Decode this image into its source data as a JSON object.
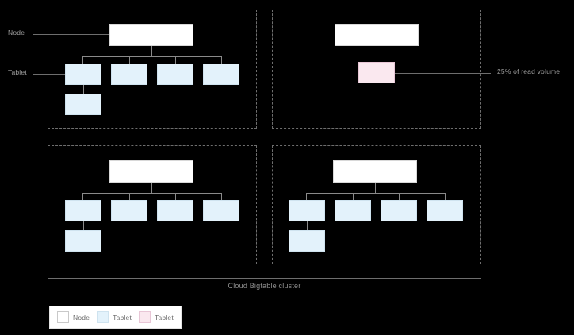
{
  "diagram": {
    "caption": "Cloud Bigtable cluster",
    "side_labels": [
      {
        "id": "node",
        "text": "Node"
      },
      {
        "id": "tablet",
        "text": "Tablet"
      }
    ],
    "annotations": [
      {
        "id": "read-volume",
        "text": "25% of read volume"
      }
    ],
    "nodes": [
      {
        "id": "node-top-left",
        "position": "top-left",
        "node_label": "",
        "tablet_row": [
          "",
          "",
          "",
          ""
        ],
        "tablet_extra": [
          ""
        ],
        "highlight": false
      },
      {
        "id": "node-top-right",
        "position": "top-right",
        "node_label": "",
        "tablet_row": [
          ""
        ],
        "tablet_extra": [],
        "highlight": true
      },
      {
        "id": "node-bottom-left",
        "position": "bottom-left",
        "node_label": "",
        "tablet_row": [
          "",
          "",
          "",
          ""
        ],
        "tablet_extra": [
          ""
        ],
        "highlight": false
      },
      {
        "id": "node-bottom-right",
        "position": "bottom-right",
        "node_label": "",
        "tablet_row": [
          "",
          "",
          "",
          ""
        ],
        "tablet_extra": [
          ""
        ],
        "highlight": false
      }
    ]
  },
  "legend": {
    "items": [
      {
        "label": "Node",
        "swatch": "node",
        "color": "#ffffff"
      },
      {
        "label": "Tablet",
        "swatch": "blue",
        "color": "#e3f2fb"
      },
      {
        "label": "Tablet",
        "swatch": "pink",
        "color": "#fae8ef"
      }
    ]
  },
  "colors": {
    "background": "#000000",
    "node_fill": "#ffffff",
    "tablet_fill": "#e3f2fb",
    "tablet_highlight_fill": "#fae8ef",
    "panel_border": "#6e6e6e",
    "connector": "#8a8a8a",
    "text": "#9e9e9e"
  }
}
